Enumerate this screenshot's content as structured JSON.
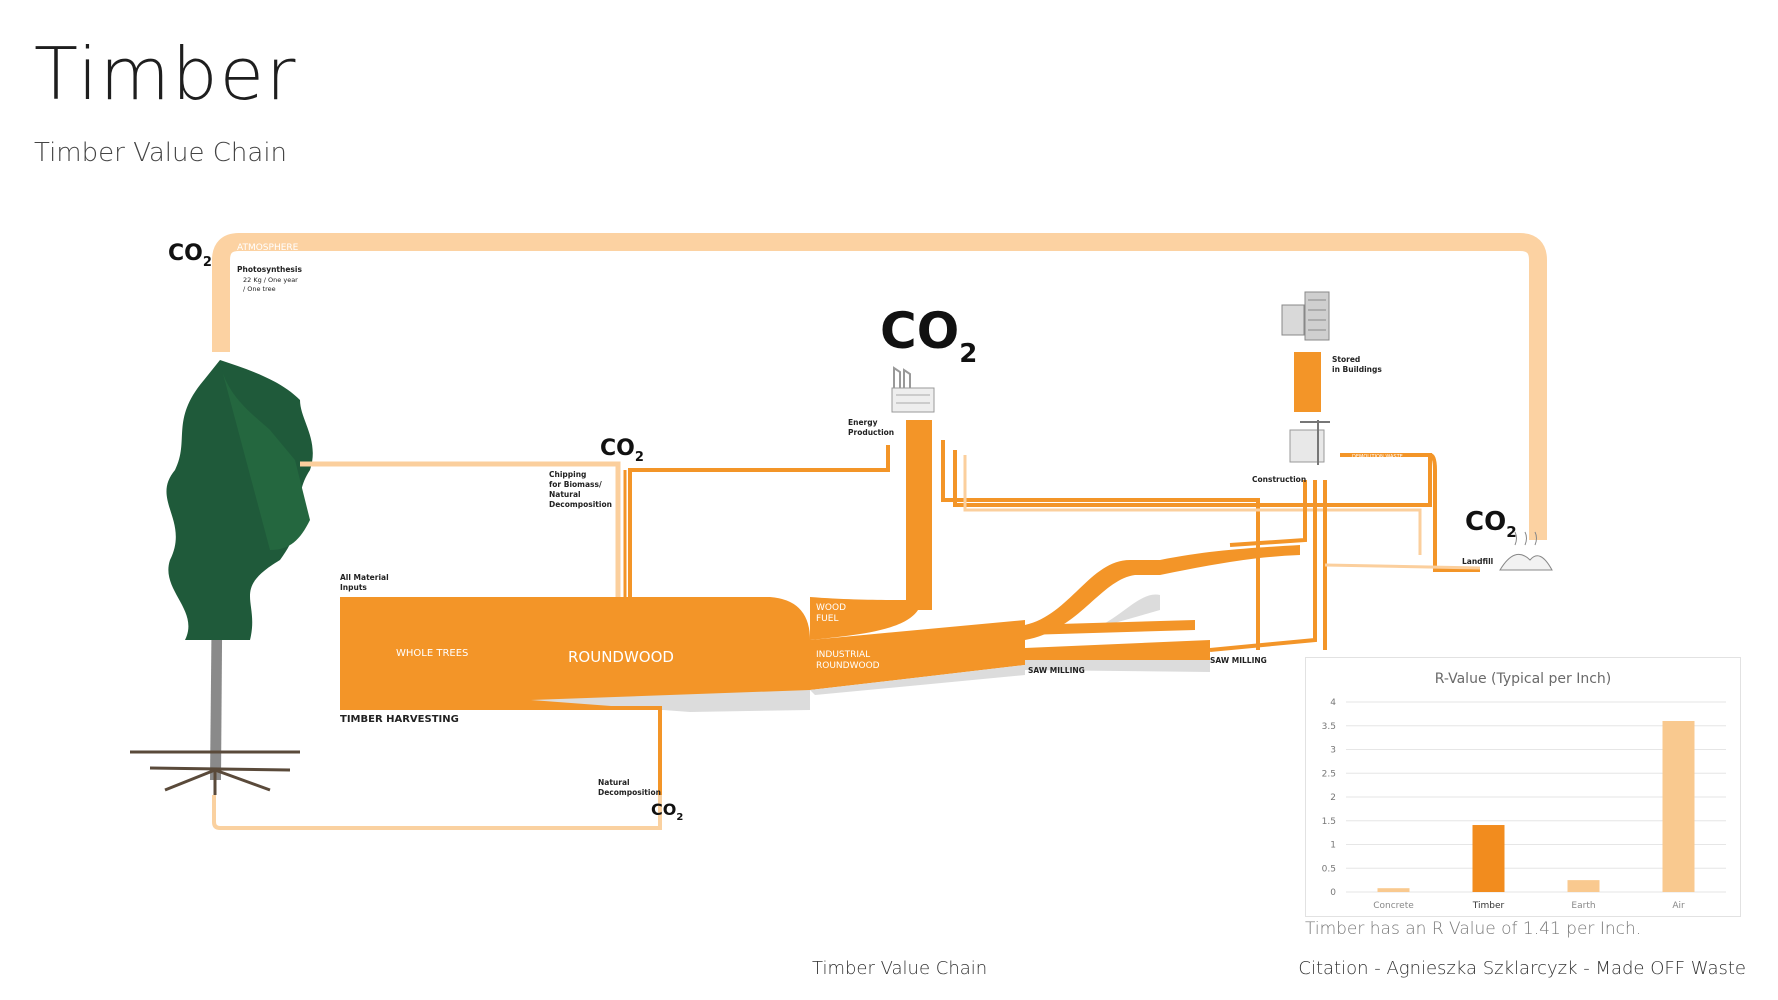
{
  "header": {
    "title": "Timber",
    "subtitle": "Timber Value Chain"
  },
  "diagram": {
    "co2_label": "CO",
    "co2_sub": "2",
    "atmosphere": "ATMOSPHERE",
    "photosynthesis": [
      "Photosynthesis",
      "22 Kg / One year",
      "/ One tree"
    ],
    "all_material_inputs": [
      "All Material",
      "Inputs"
    ],
    "whole_trees": "WHOLE TREES",
    "timber_harvesting": "TIMBER HARVESTING",
    "roundwood": "ROUNDWOOD",
    "chipping": [
      "Chipping",
      "for Biomass/",
      "Natural",
      "Decomposition"
    ],
    "natural_decomposition": [
      "Natural",
      "Decomposition"
    ],
    "energy_production": [
      "Energy",
      "Production"
    ],
    "wood_fuel": [
      "WOOD",
      "FUEL"
    ],
    "industrial_roundwood": [
      "INDUSTRIAL",
      "ROUNDWOOD"
    ],
    "saw_milling_1": "SAW MILLING",
    "saw_milling_2": "SAW MILLING",
    "stored_in_buildings": [
      "Stored",
      "in Buildings"
    ],
    "construction": "Construction",
    "demolition_waste": "DEMOLITION WASTE",
    "landfill": "Landfill"
  },
  "chart_data": {
    "type": "bar",
    "title": "R-Value (Typical per Inch)",
    "categories": [
      "Concrete",
      "Timber",
      "Earth",
      "Air"
    ],
    "values": [
      0.08,
      1.41,
      0.25,
      3.6
    ],
    "highlight": "Timber",
    "ylim": [
      0,
      4
    ],
    "yticks": [
      "0",
      "0.5",
      "1",
      "1.5",
      "2",
      "2.5",
      "3",
      "3.5",
      "4"
    ],
    "colors": {
      "base": "#f9c98f",
      "highlight": "#f28c1e"
    },
    "grid": true,
    "note": "Timber has an R Value of 1.41 per Inch."
  },
  "footer": {
    "caption": "Timber Value Chain",
    "citation": "Citation - Agnieszka Szklarcyzk - Made OFF Waste"
  },
  "colors": {
    "orange": "#f39528",
    "light_orange": "#fcd2a2",
    "grey_flow": "#dcdcdc",
    "tree_green": "#1f5a3a"
  }
}
